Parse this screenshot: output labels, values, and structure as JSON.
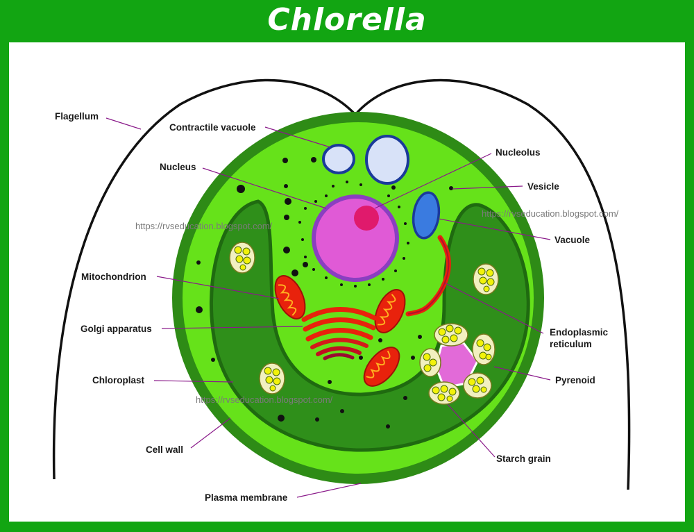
{
  "title": "Chlorella",
  "labels": {
    "flagellum": "Flagellum",
    "contractile_vacuole": "Contractile vacuole",
    "nucleus": "Nucleus",
    "nucleolus": "Nucleolus",
    "vesicle": "Vesicle",
    "vacuole": "Vacuole",
    "mitochondrion": "Mitochondrion",
    "golgi_apparatus": "Golgi apparatus",
    "endoplasmic_reticulum_line1": "Endoplasmic",
    "endoplasmic_reticulum_line2": "reticulum",
    "chloroplast": "Chloroplast",
    "pyrenoid": "Pyrenoid",
    "cell_wall": "Cell wall",
    "starch_grain": "Starch grain",
    "plasma_membrane": "Plasma membrane"
  },
  "watermarks": [
    "https://rvseducation.blogspot.com/",
    "https://rvseducation.blogspot.com/",
    "https://rvseducation.blogspot.com/"
  ],
  "colors": {
    "frame": "#12a512",
    "cell_wall": "#2e8b16",
    "cytoplasm": "#66e21a",
    "chloroplast": "#2f8f1a",
    "nucleus": "#e05ad6",
    "nucleolus": "#e01a6c",
    "mitochondrion": "#e8220c",
    "vacuole": "#3a7be0",
    "starch": "#f2f20a"
  }
}
